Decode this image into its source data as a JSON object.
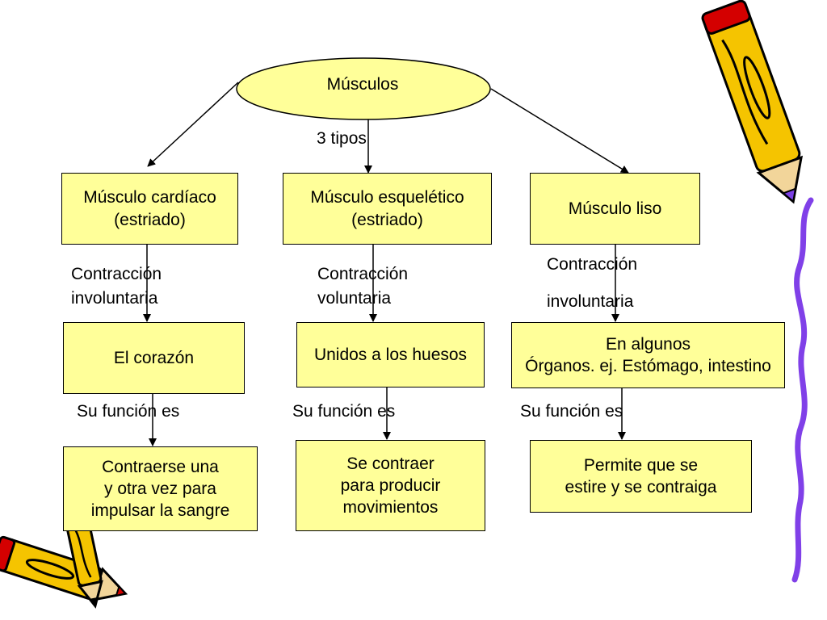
{
  "colors": {
    "box_fill": "#ffff99",
    "stroke": "#000000",
    "pencil_yellow": "#f5c400",
    "pencil_red": "#d40000",
    "pencil_purple": "#7b3fe4"
  },
  "root": {
    "label": "Músculos",
    "edge_label": "3 tipos"
  },
  "columns": [
    {
      "type_label": "Músculo cardíaco\n(estriado)",
      "contraction": "Contracción\ninvoluntaria",
      "location": "El corazón",
      "function_intro": "Su función es",
      "function": "Contraerse una\n y otra vez para\nimpulsar la sangre"
    },
    {
      "type_label": "Músculo esquelético\n(estriado)",
      "contraction": "Contracción\nvoluntaria",
      "location": "Unidos a los huesos",
      "function_intro": "Su función es",
      "function": "Se contraer\npara producir\n movimientos"
    },
    {
      "type_label": "Músculo liso",
      "contraction": "Contracción\n\ninvoluntaria",
      "location": "En algunos\nÓrganos. ej. Estómago, intestino",
      "function_intro": "Su función es",
      "function": "Permite que se\nestire y se contraiga"
    }
  ],
  "decorations": [
    "pencil-icon",
    "pencil-icon",
    "pencil-icon",
    "squiggle-line"
  ]
}
